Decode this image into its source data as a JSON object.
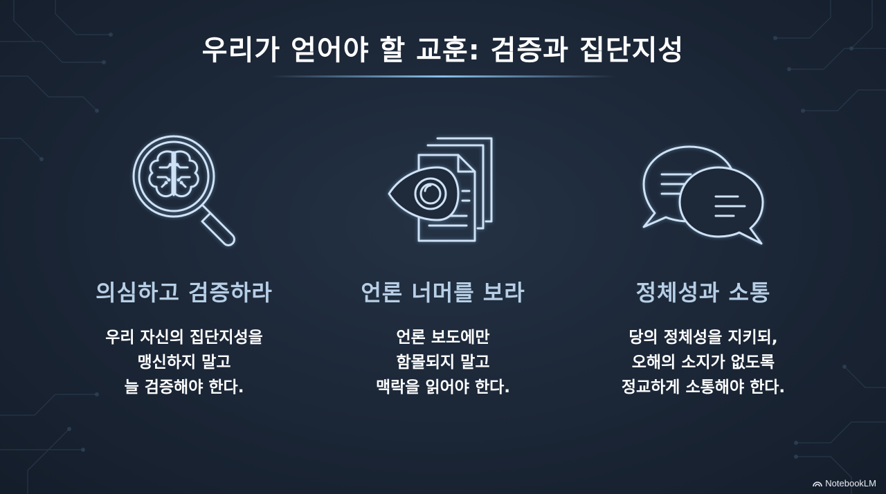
{
  "title": "우리가 얻어야 할 교훈: 검증과 집단지성",
  "columns": [
    {
      "icon": "magnifier-brain-icon",
      "heading": "의심하고 검증하라",
      "lines": [
        "우리 자신의 집단지성을",
        "맹신하지 말고",
        "늘 검증해야 한다."
      ]
    },
    {
      "icon": "eye-documents-icon",
      "heading": "언론 너머를 보라",
      "lines": [
        "언론 보도에만",
        "함몰되지 말고",
        "맥락을 읽어야 한다."
      ]
    },
    {
      "icon": "speech-bubbles-icon",
      "heading": "정체성과 소통",
      "lines": [
        "당의 정체성을 지키되,",
        "오해의 소지가 없도록",
        "정교하게 소통해야 한다."
      ]
    }
  ],
  "brand": "NotebookLM",
  "colors": {
    "background": "#1b2636",
    "heading": "#b7cfe6",
    "icon_stroke": "#cfe2f5",
    "text": "#ffffff"
  }
}
